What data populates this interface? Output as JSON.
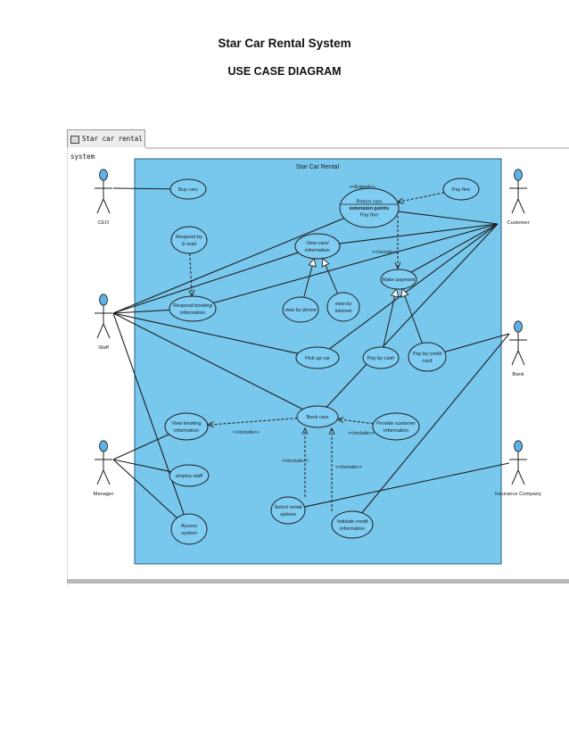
{
  "page": {
    "title": "Star Car Rental System",
    "subtitle": "USE CASE DIAGRAM"
  },
  "window": {
    "tab_label": "Star car rental system",
    "tab_icon": "diagram-icon"
  },
  "diagram": {
    "system_name": "Star Car Rental",
    "colors": {
      "system_fill": "#78c8ee",
      "actor_head": "#5fb2e6",
      "usecase_fill": "#7fcdf2"
    },
    "actors": [
      {
        "id": "ceo",
        "label": "CEO"
      },
      {
        "id": "staff",
        "label": "Staff"
      },
      {
        "id": "manager",
        "label": "Manager"
      },
      {
        "id": "customer",
        "label": "Customer"
      },
      {
        "id": "bank",
        "label": "Bank"
      },
      {
        "id": "insurance",
        "label": "Insurance Company"
      }
    ],
    "use_cases": [
      {
        "id": "buy_cars",
        "lines": [
          "Buy cars"
        ]
      },
      {
        "id": "respond_email",
        "lines": [
          "Respond by",
          "E-mail"
        ]
      },
      {
        "id": "respond_booking",
        "lines": [
          "Respond booking",
          "information"
        ]
      },
      {
        "id": "view_cars",
        "lines": [
          "View cars/",
          "information"
        ]
      },
      {
        "id": "view_phone",
        "lines": [
          "view by phone"
        ]
      },
      {
        "id": "view_internet",
        "lines": [
          "view by",
          "internet"
        ]
      },
      {
        "id": "return_cars",
        "lines": [
          "Return cars",
          "extension points",
          "Pay fine"
        ]
      },
      {
        "id": "pay_fine",
        "lines": [
          "Pay fine"
        ]
      },
      {
        "id": "make_payment",
        "lines": [
          "Make payment"
        ]
      },
      {
        "id": "pick_up",
        "lines": [
          "Pick up car"
        ]
      },
      {
        "id": "pay_cash",
        "lines": [
          "Pay by cash"
        ]
      },
      {
        "id": "pay_credit",
        "lines": [
          "Pay by credit",
          "card"
        ]
      },
      {
        "id": "book_cars",
        "lines": [
          "Book cars"
        ]
      },
      {
        "id": "view_booking",
        "lines": [
          "View booking",
          "information"
        ]
      },
      {
        "id": "provide_customer",
        "lines": [
          "Provide customer",
          "information"
        ]
      },
      {
        "id": "employ_staff",
        "lines": [
          "employ staff"
        ]
      },
      {
        "id": "select_rental",
        "lines": [
          "Select rental",
          "options"
        ]
      },
      {
        "id": "validate_credit",
        "lines": [
          "Validate credit",
          "information"
        ]
      },
      {
        "id": "access_system",
        "lines": [
          "Access",
          "system"
        ]
      }
    ],
    "associations": [
      [
        "ceo",
        "buy_cars"
      ],
      [
        "staff",
        "respond_booking"
      ],
      [
        "staff",
        "view_cars"
      ],
      [
        "staff",
        "return_cars"
      ],
      [
        "staff",
        "pick_up"
      ],
      [
        "staff",
        "book_cars"
      ],
      [
        "staff",
        "access_system"
      ],
      [
        "customer",
        "return_cars"
      ],
      [
        "customer",
        "view_cars"
      ],
      [
        "customer",
        "respond_booking"
      ],
      [
        "customer",
        "make_payment"
      ],
      [
        "customer",
        "pick_up"
      ],
      [
        "customer",
        "book_cars"
      ],
      [
        "manager",
        "view_booking"
      ],
      [
        "manager",
        "employ_staff"
      ],
      [
        "manager",
        "access_system"
      ],
      [
        "bank",
        "pay_credit"
      ],
      [
        "bank",
        "validate_credit"
      ],
      [
        "insurance",
        "select_rental"
      ]
    ],
    "relations": [
      {
        "type": "extend",
        "from": "pay_fine",
        "to": "return_cars",
        "label": "<<Extend>>"
      },
      {
        "type": "include",
        "from": "return_cars",
        "to": "make_payment",
        "label": "<<Include>>"
      },
      {
        "type": "include",
        "from": "book_cars",
        "to": "view_booking",
        "label": "<<Include>>"
      },
      {
        "type": "include",
        "from": "provide_customer",
        "to": "book_cars",
        "label": "<<Include>>"
      },
      {
        "type": "include",
        "from": "select_rental",
        "to": "book_cars",
        "label": "<<Include>>"
      },
      {
        "type": "include",
        "from": "validate_credit",
        "to": "book_cars",
        "label": "<<Include>>"
      },
      {
        "type": "generalization",
        "from": "view_phone",
        "to": "view_cars"
      },
      {
        "type": "generalization",
        "from": "view_internet",
        "to": "view_cars"
      },
      {
        "type": "generalization",
        "from": "pay_cash",
        "to": "make_payment"
      },
      {
        "type": "generalization",
        "from": "pay_credit",
        "to": "make_payment"
      },
      {
        "type": "dependency",
        "from": "respond_email",
        "to": "respond_booking"
      }
    ]
  }
}
